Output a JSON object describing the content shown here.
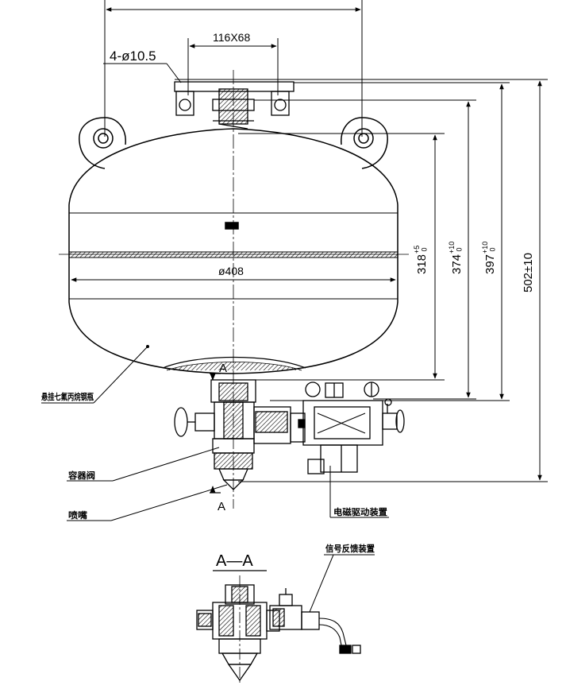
{
  "dimensions": {
    "hole_spec": "4-ø10.5",
    "flange_size": "116X68",
    "diameter": "ø408",
    "height_318_main": "318",
    "height_318_tol": "+5\n 0",
    "height_374_main": "374",
    "height_374_tol": "+10\n 0",
    "height_397_main": "397",
    "height_397_tol": "+10\n 0",
    "height_502": "502±10"
  },
  "section_marks": {
    "top": "A",
    "bottom": "A",
    "view_title": "A—A"
  },
  "labels": {
    "tank": "悬挂七氟丙烷钢瓶",
    "valve": "容器阀",
    "nozzle": "喷嘴",
    "solenoid": "电磁驱动装置",
    "feedback": "信号反馈装置"
  },
  "colors": {
    "line": "#000000",
    "background": "#ffffff"
  }
}
